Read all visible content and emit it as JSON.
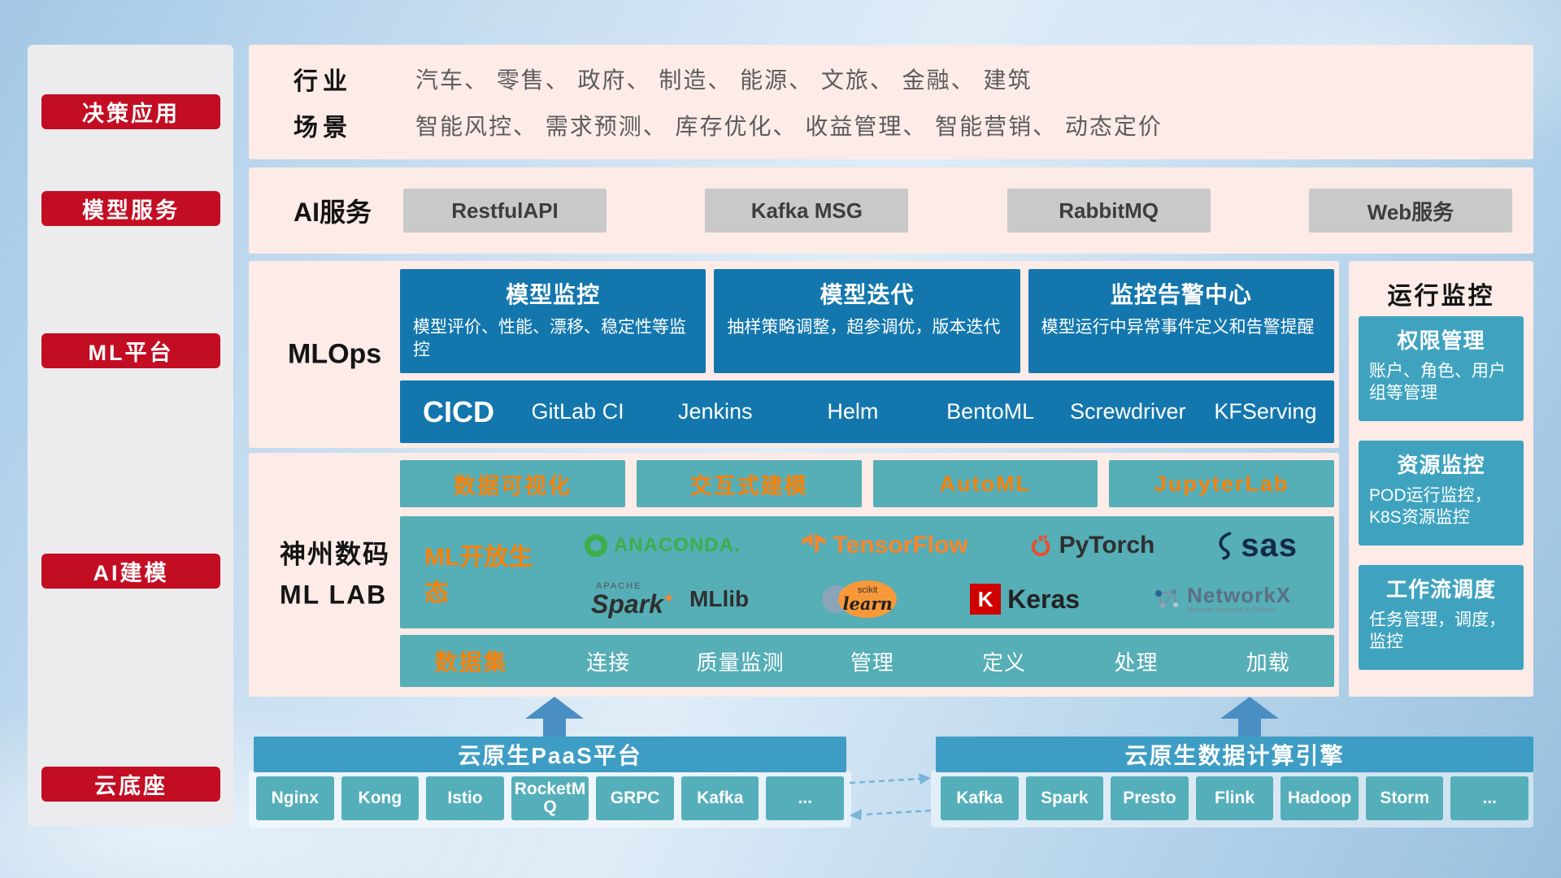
{
  "colors": {
    "red": "#c30d23",
    "pink": "#fcebe7",
    "blue": "#1377ae",
    "teal": "#56aeb6",
    "teal_right": "#3fa3c0",
    "header_blue": "#3e9dc4",
    "orange": "#f5820b",
    "gray_btn": "#c9c9c9"
  },
  "sidebar": {
    "items": [
      "决策应用",
      "模型服务",
      "ML平台",
      "AI建模",
      "云底座"
    ]
  },
  "industry": {
    "rows": [
      {
        "label": "行业",
        "value": "汽车、 零售、 政府、 制造、 能源、 文旅、 金融、 建筑"
      },
      {
        "label": "场景",
        "value": "智能风控、 需求预测、 库存优化、 收益管理、 智能营销、 动态定价"
      }
    ]
  },
  "ai": {
    "label": "AI服务",
    "items": [
      "RestfulAPI",
      "Kafka MSG",
      "RabbitMQ",
      "Web服务"
    ]
  },
  "mlops": {
    "label": "MLOps",
    "cards": [
      {
        "title": "模型监控",
        "desc": "模型评价、性能、漂移、稳定性等监控"
      },
      {
        "title": "模型迭代",
        "desc": "抽样策略调整，超参调优，版本迭代"
      },
      {
        "title": "监控告警中心",
        "desc": "模型运行中异常事件定义和告警提醒"
      }
    ],
    "cicd_label": "CICD",
    "tools": [
      "GitLab CI",
      "Jenkins",
      "Helm",
      "BentoML",
      "Screwdriver",
      "KFServing"
    ]
  },
  "monitor": {
    "title": "运行监控",
    "cards": [
      {
        "title": "权限管理",
        "desc": "账户、角色、用户组等管理"
      },
      {
        "title": "资源监控",
        "desc": "POD运行监控，K8S资源监控"
      },
      {
        "title": "工作流调度",
        "desc": "任务管理，调度，监控"
      }
    ]
  },
  "mllab": {
    "label_line1": "神州数码",
    "label_line2": "ML LAB",
    "tools": [
      "数据可视化",
      "交互式建模",
      "AutoML",
      "JupyterLab"
    ],
    "eco_label": "ML开放生态",
    "logos": {
      "anaconda": "ANACONDA.",
      "tensorflow": "TensorFlow",
      "pytorch": "PyTorch",
      "sas": "sas",
      "spark_small": "APACHE",
      "spark": "Spark",
      "star": "✦",
      "mllib": "MLlib",
      "sk_small": "scikit",
      "sklearn": "learn",
      "keras_k": "K",
      "keras": "Keras",
      "networkx": "NetworkX",
      "networkx_sub": "Network Analysis in Python"
    },
    "data_label": "数据集",
    "data_items": [
      "连接",
      "质量监测",
      "管理",
      "定义",
      "处理",
      "加载"
    ]
  },
  "cloud": {
    "paas_title": "云原生PaaS平台",
    "paas_items": [
      "Nginx",
      "Kong",
      "Istio",
      "RocketMQ",
      "GRPC",
      "Kafka",
      "..."
    ],
    "engine_title": "云原生数据计算引擎",
    "engine_items": [
      "Kafka",
      "Spark",
      "Presto",
      "Flink",
      "Hadoop",
      "Storm",
      "..."
    ]
  }
}
